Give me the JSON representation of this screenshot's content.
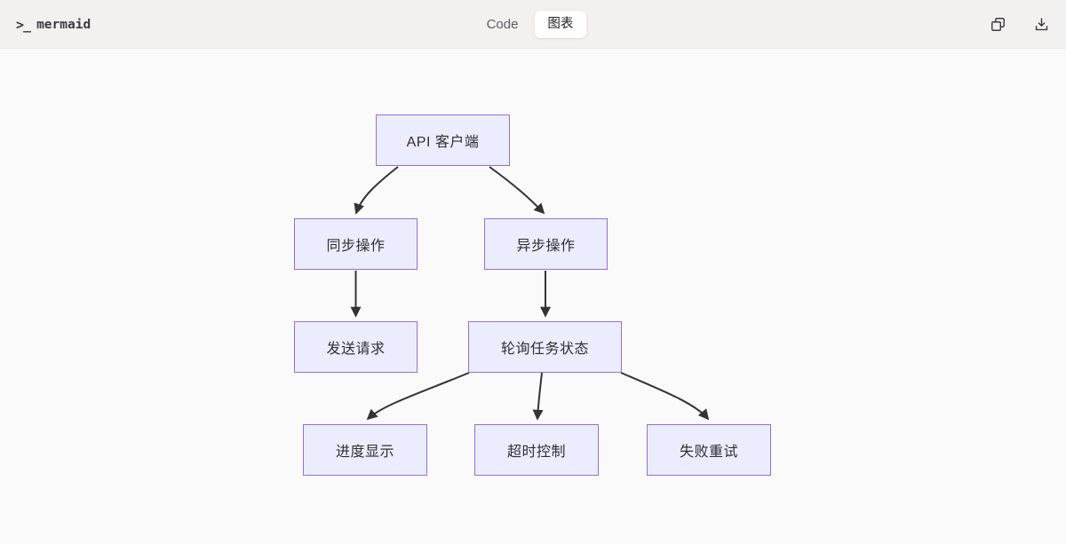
{
  "header": {
    "logo": {
      "prompt_icon": ">_",
      "name": "mermaid"
    },
    "tabs": [
      {
        "label": "Code",
        "active": false
      },
      {
        "label": "图表",
        "active": true
      }
    ],
    "actions": [
      {
        "icon": "copy-icon"
      },
      {
        "icon": "download-icon"
      }
    ]
  },
  "diagram": {
    "type": "flowchart",
    "direction": "top-down",
    "nodes": [
      {
        "id": "client",
        "label": "API 客户端"
      },
      {
        "id": "sync",
        "label": "同步操作"
      },
      {
        "id": "async",
        "label": "异步操作"
      },
      {
        "id": "send",
        "label": "发送请求"
      },
      {
        "id": "poll",
        "label": "轮询任务状态"
      },
      {
        "id": "progress",
        "label": "进度显示"
      },
      {
        "id": "timeout",
        "label": "超时控制"
      },
      {
        "id": "retry",
        "label": "失败重试"
      }
    ],
    "edges": [
      {
        "from": "client",
        "to": "sync"
      },
      {
        "from": "client",
        "to": "async"
      },
      {
        "from": "sync",
        "to": "send"
      },
      {
        "from": "async",
        "to": "poll"
      },
      {
        "from": "poll",
        "to": "progress"
      },
      {
        "from": "poll",
        "to": "timeout"
      },
      {
        "from": "poll",
        "to": "retry"
      }
    ],
    "colors": {
      "node_fill": "#ECECFF",
      "node_border": "#9370DB",
      "edge": "#333333"
    }
  }
}
